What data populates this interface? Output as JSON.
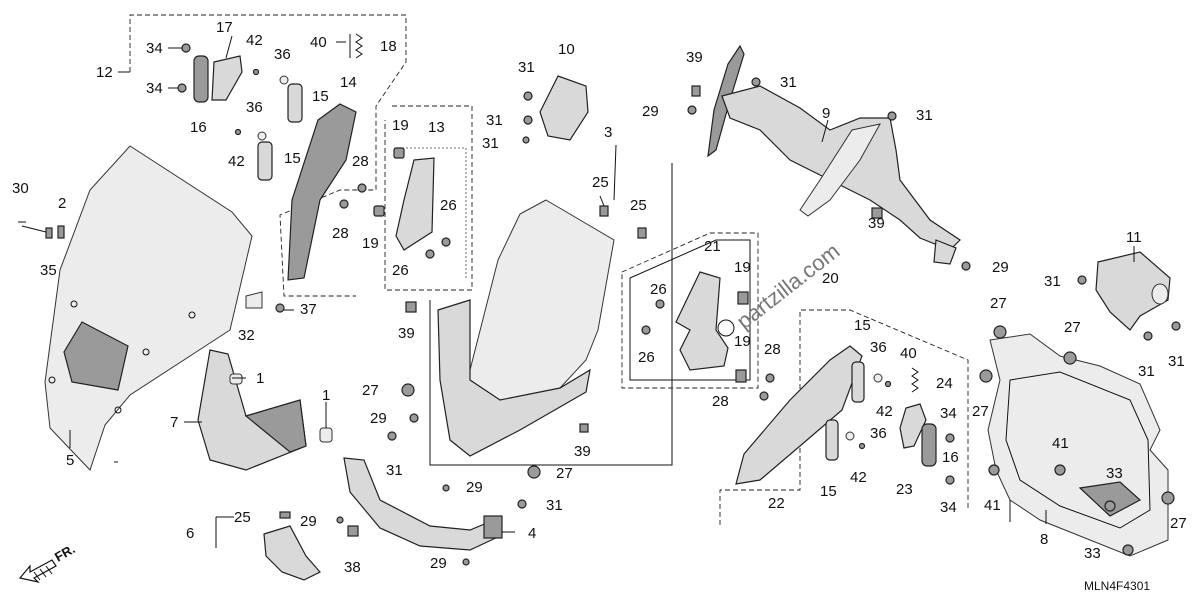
{
  "diagram": {
    "code": "MLN4F4301",
    "watermark": "partzilla.com",
    "direction_label": "FR.",
    "callouts": [
      {
        "id": "c1",
        "text": "12"
      },
      {
        "id": "c2",
        "text": "34"
      },
      {
        "id": "c3",
        "text": "34"
      },
      {
        "id": "c4",
        "text": "17"
      },
      {
        "id": "c5",
        "text": "16"
      },
      {
        "id": "c6",
        "text": "42"
      },
      {
        "id": "c7",
        "text": "36"
      },
      {
        "id": "c8",
        "text": "36"
      },
      {
        "id": "c9",
        "text": "15"
      },
      {
        "id": "c10",
        "text": "42"
      },
      {
        "id": "c11",
        "text": "15"
      },
      {
        "id": "c12",
        "text": "40"
      },
      {
        "id": "c13",
        "text": "18"
      },
      {
        "id": "c14",
        "text": "14"
      },
      {
        "id": "c15",
        "text": "19"
      },
      {
        "id": "c16",
        "text": "13"
      },
      {
        "id": "c17",
        "text": "28"
      },
      {
        "id": "c18",
        "text": "28"
      },
      {
        "id": "c19",
        "text": "19"
      },
      {
        "id": "c20",
        "text": "26"
      },
      {
        "id": "c21",
        "text": "26"
      },
      {
        "id": "c22",
        "text": "30"
      },
      {
        "id": "c23",
        "text": "2"
      },
      {
        "id": "c24",
        "text": "35"
      },
      {
        "id": "c25",
        "text": "37"
      },
      {
        "id": "c26",
        "text": "32"
      },
      {
        "id": "c27",
        "text": "1"
      },
      {
        "id": "c28",
        "text": "7"
      },
      {
        "id": "c29",
        "text": "1"
      },
      {
        "id": "c30",
        "text": "5"
      },
      {
        "id": "c31",
        "text": "6"
      },
      {
        "id": "c32",
        "text": "25"
      },
      {
        "id": "c33",
        "text": "29"
      },
      {
        "id": "c34",
        "text": "38"
      },
      {
        "id": "c35",
        "text": "29"
      },
      {
        "id": "c36",
        "text": "4"
      },
      {
        "id": "c37",
        "text": "31"
      },
      {
        "id": "c38",
        "text": "29"
      },
      {
        "id": "c39",
        "text": "31"
      },
      {
        "id": "c40",
        "text": "29"
      },
      {
        "id": "c41",
        "text": "27"
      },
      {
        "id": "c42",
        "text": "39"
      },
      {
        "id": "c43",
        "text": "10"
      },
      {
        "id": "c44",
        "text": "31"
      },
      {
        "id": "c45",
        "text": "31"
      },
      {
        "id": "c46",
        "text": "31"
      },
      {
        "id": "c47",
        "text": "3"
      },
      {
        "id": "c48",
        "text": "25"
      },
      {
        "id": "c49",
        "text": "25"
      },
      {
        "id": "c50",
        "text": "27"
      },
      {
        "id": "c51",
        "text": "39"
      },
      {
        "id": "c52",
        "text": "21"
      },
      {
        "id": "c53",
        "text": "19"
      },
      {
        "id": "c54",
        "text": "26"
      },
      {
        "id": "c55",
        "text": "26"
      },
      {
        "id": "c56",
        "text": "19"
      },
      {
        "id": "c57",
        "text": "20"
      },
      {
        "id": "c58",
        "text": "28"
      },
      {
        "id": "c59",
        "text": "28"
      },
      {
        "id": "c60",
        "text": "39"
      },
      {
        "id": "c61",
        "text": "31"
      },
      {
        "id": "c62",
        "text": "29"
      },
      {
        "id": "c63",
        "text": "9"
      },
      {
        "id": "c64",
        "text": "31"
      },
      {
        "id": "c65",
        "text": "39"
      },
      {
        "id": "c66",
        "text": "29"
      },
      {
        "id": "c67",
        "text": "11"
      },
      {
        "id": "c68",
        "text": "31"
      },
      {
        "id": "c69",
        "text": "15"
      },
      {
        "id": "c70",
        "text": "36"
      },
      {
        "id": "c71",
        "text": "40"
      },
      {
        "id": "c72",
        "text": "24"
      },
      {
        "id": "c73",
        "text": "42"
      },
      {
        "id": "c74",
        "text": "34"
      },
      {
        "id": "c75",
        "text": "36"
      },
      {
        "id": "c76",
        "text": "16"
      },
      {
        "id": "c77",
        "text": "15"
      },
      {
        "id": "c78",
        "text": "42"
      },
      {
        "id": "c79",
        "text": "23"
      },
      {
        "id": "c80",
        "text": "34"
      },
      {
        "id": "c81",
        "text": "22"
      },
      {
        "id": "c82",
        "text": "27"
      },
      {
        "id": "c83",
        "text": "27"
      },
      {
        "id": "c84",
        "text": "27"
      },
      {
        "id": "c85",
        "text": "31"
      },
      {
        "id": "c86",
        "text": "31"
      },
      {
        "id": "c87",
        "text": "41"
      },
      {
        "id": "c88",
        "text": "41"
      },
      {
        "id": "c89",
        "text": "33"
      },
      {
        "id": "c90",
        "text": "33"
      },
      {
        "id": "c91",
        "text": "8"
      },
      {
        "id": "c92",
        "text": "27"
      }
    ]
  }
}
